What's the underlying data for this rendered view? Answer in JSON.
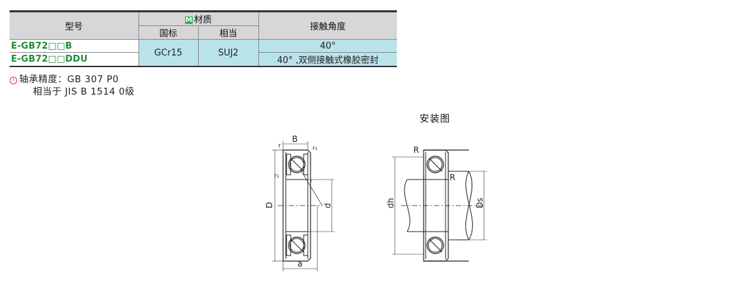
{
  "table": {
    "header": {
      "model": "型号",
      "material": "材质",
      "material_badge": "M",
      "material_cn": "国标",
      "material_equiv": "相当",
      "contact_angle": "接触角度"
    },
    "rows": [
      {
        "model": "E-GB72□□B",
        "contact": "40°"
      },
      {
        "model": "E-GB72□□DDU",
        "contact": "40°  ,双侧接触式橡胶密封"
      }
    ],
    "material_cn_value": "GCr15",
    "material_equiv_value": "SUJ2"
  },
  "notes": {
    "icon": "circle-exclaim-icon",
    "line1": "轴承精度：GB 307  P0",
    "line2": "相当于    JIS B 1514 0级"
  },
  "install_title": "安装图",
  "labels": {
    "B": "B",
    "r": "r",
    "r1": "r₁",
    "D": "D",
    "d": "d",
    "a": "a",
    "R": "R",
    "dh": "dh",
    "Ds": "Ds"
  }
}
